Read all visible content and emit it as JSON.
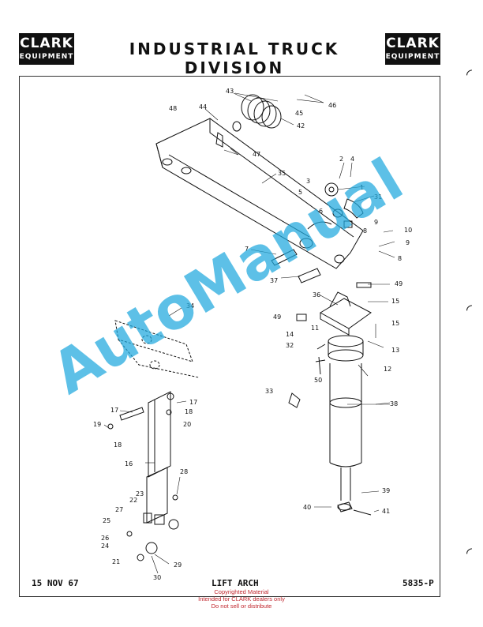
{
  "header": {
    "logo_line1": "CLARK",
    "logo_line2": "EQUIPMENT",
    "title": "INDUSTRIAL TRUCK DIVISION"
  },
  "footer": {
    "date": "15 NOV 67",
    "title": "LIFT ARCH",
    "number": "5835-P"
  },
  "copyright": {
    "line1": "Copyrighted Material",
    "line2": "Intended for CLARK dealers only",
    "line3": "Do not sell or distribute"
  },
  "watermark": "AutoManual",
  "part_numbers": [
    "1",
    "2",
    "3",
    "4",
    "5",
    "6",
    "7",
    "8",
    "8",
    "9",
    "9",
    "10",
    "11",
    "12",
    "13",
    "14",
    "15",
    "15",
    "16",
    "17",
    "17",
    "18",
    "18",
    "19",
    "20",
    "21",
    "22",
    "23",
    "24",
    "25",
    "26",
    "27",
    "28",
    "29",
    "30",
    "31",
    "32",
    "33",
    "34",
    "35",
    "36",
    "37",
    "38",
    "39",
    "40",
    "41",
    "42",
    "43",
    "44",
    "45",
    "46",
    "47",
    "48",
    "49",
    "49",
    "50"
  ],
  "colors": {
    "ink": "#111111",
    "watermark": "#1fa9de",
    "copyright": "#c0262d"
  }
}
